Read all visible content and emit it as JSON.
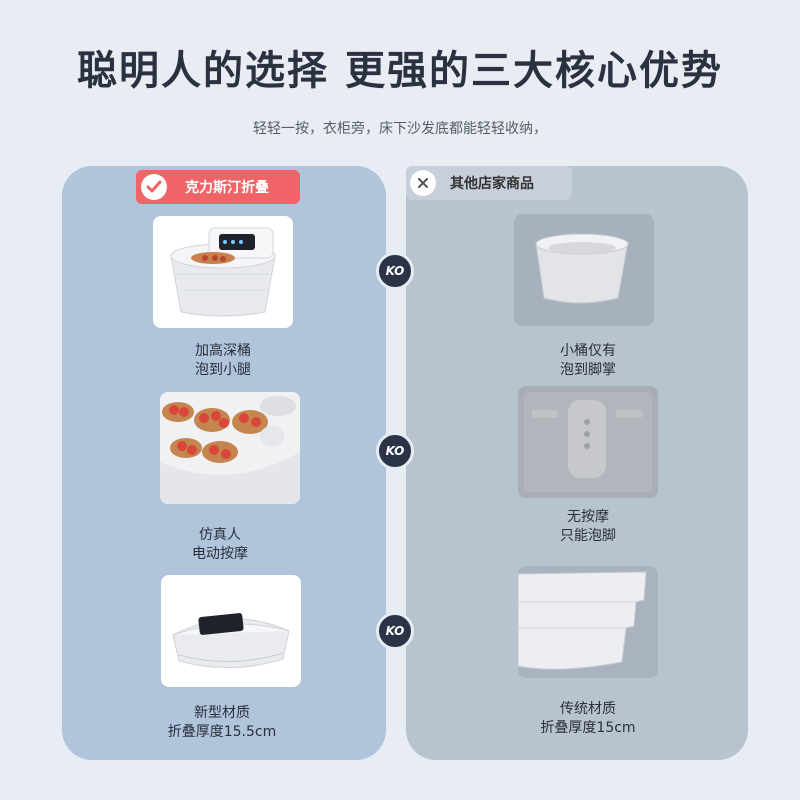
{
  "header": {
    "title": "聪明人的选择 更强的三大核心优势",
    "subtitle": "轻轻一按，衣柜旁，床下沙发底都能轻轻收纳，"
  },
  "left": {
    "badge_label": "克力斯汀折叠",
    "badge_icon": "check-icon",
    "items": [
      {
        "line1": "加高深桶",
        "line2": "泡到小腿"
      },
      {
        "line1": "仿真人",
        "line2": "电动按摩"
      },
      {
        "line1": "新型材质",
        "line2": "折叠厚度15.5cm"
      }
    ]
  },
  "right": {
    "badge_label": "其他店家商品",
    "badge_icon": "cross-icon",
    "items": [
      {
        "line1": "小桶仅有",
        "line2": "泡到脚掌"
      },
      {
        "line1": "无按摩",
        "line2": "只能泡脚"
      },
      {
        "line1": "传统材质",
        "line2": "折叠厚度15cm"
      }
    ]
  },
  "versus": {
    "label": "KO"
  },
  "colors": {
    "background": "#e8edf4",
    "left_panel": "#b0c4dc",
    "right_panel": "#b8c3d0",
    "left_badge": "#f06467",
    "ko_badge": "#2b3347"
  }
}
